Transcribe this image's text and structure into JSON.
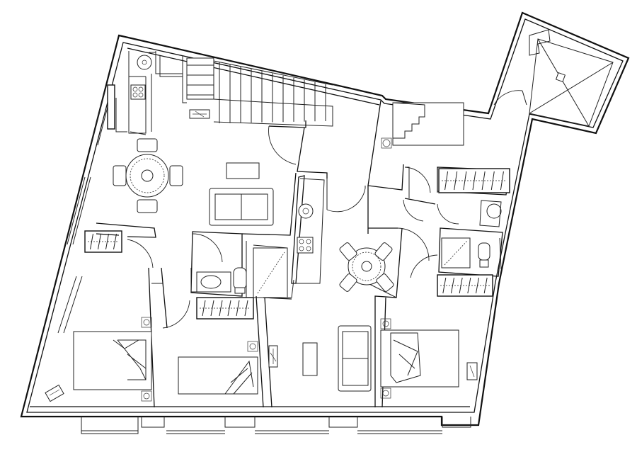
{
  "colors": {
    "line": "#111111",
    "background": "#ffffff"
  },
  "elements": {
    "dining_tables": 2,
    "beds": 3,
    "sofas": 2,
    "bathrooms": 2,
    "kitchens": 2,
    "staircases": 2,
    "wardrobes": 4
  }
}
